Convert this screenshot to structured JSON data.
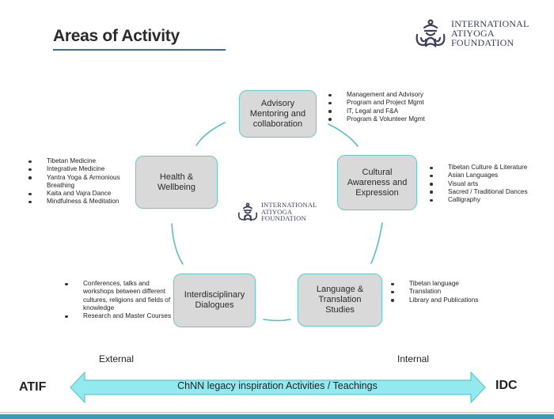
{
  "header": {
    "title": "Areas of Activity",
    "logo": {
      "icon": "lotus-emblem-icon",
      "lines": [
        "INTERNATIONAL",
        "ATIYOGA",
        "FOUNDATION"
      ]
    }
  },
  "center_logo": {
    "icon": "lotus-emblem-icon",
    "lines": [
      "INTERNATIONAL",
      "ATIYOGA",
      "FOUNDATION"
    ]
  },
  "areas": [
    {
      "id": "advisory",
      "label_lines": [
        "Advisory",
        "Mentoring and",
        "collaboration"
      ],
      "bullets": [
        "Management and Advisory",
        "Program and Project Mgmt",
        "IT, Legal and F&A",
        "Program & Volunteer Mgmt"
      ]
    },
    {
      "id": "cultural",
      "label_lines": [
        "Cultural",
        "Awareness and",
        "Expression"
      ],
      "bullets": [
        "Tibetan Culture & Literature",
        "Asian Languages",
        "Visual arts",
        "Sacred / Traditional Dances",
        "Calligraphy"
      ]
    },
    {
      "id": "language",
      "label_lines": [
        "Language &",
        "Translation",
        "Studies"
      ],
      "bullets": [
        "Tibetan language",
        "Translation",
        "Library and Publications"
      ]
    },
    {
      "id": "interdisciplinary",
      "label_lines": [
        "Interdisciplinary",
        "Dialogues"
      ],
      "bullets": [
        "Conferences, talks and workshops between different cultures, religions and fields of knowledge",
        "Research and Master Courses"
      ]
    },
    {
      "id": "health",
      "label_lines": [
        "Health &",
        "Wellbeing"
      ],
      "bullets": [
        "Tibetan Medicine",
        "Integrative Medicine",
        "Yantra Yoga & Armonious Breathing",
        "Kaita  and Vajra Dance",
        "Mindfulness & Meditation"
      ]
    }
  ],
  "spectrum": {
    "left_label": "External",
    "right_label": "Internal",
    "left_end": "ATIF",
    "right_end": "IDC",
    "arrow_text": "ChNN legacy inspiration  Activities / Teachings",
    "arrow_fill": "#93eaee",
    "arrow_stroke": "#5cc7cf"
  },
  "colors": {
    "box_fill": "#d9d9d9",
    "box_border": "#6fc9cc",
    "connector": "#5bbcc2",
    "title_rule": "#3b6c8c",
    "footer_stripe": "#3a9ab8",
    "logo_ink": "#3b3f5c"
  }
}
